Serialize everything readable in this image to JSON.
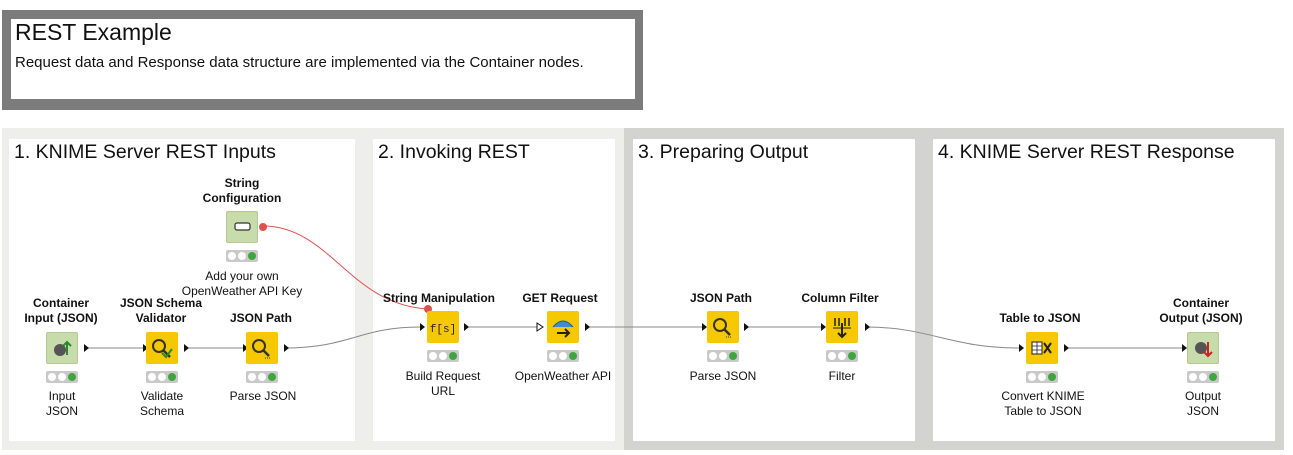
{
  "header": {
    "title": "REST Example",
    "description": "Request data and Response data structure are implemented via the Container nodes."
  },
  "sections": [
    {
      "title": "1. KNIME Server REST Inputs"
    },
    {
      "title": "2. Invoking REST"
    },
    {
      "title": "3. Preparing Output"
    },
    {
      "title": "4. KNIME Server REST Response"
    }
  ],
  "nodes": {
    "string_config": {
      "title_1": "String",
      "title_2": "Configuration",
      "label_1": "Add your own",
      "label_2": "OpenWeather API Key",
      "icon": "string-config-icon"
    },
    "container_input": {
      "title_1": "Container",
      "title_2": "Input (JSON)",
      "label_1": "Input",
      "label_2": "JSON",
      "icon": "container-input-icon"
    },
    "json_schema": {
      "title_1": "JSON Schema",
      "title_2": "Validator",
      "label_1": "Validate",
      "label_2": "Schema",
      "icon": "json-validator-icon"
    },
    "json_path_1": {
      "title_1": "JSON Path",
      "label_1": "Parse JSON",
      "icon": "json-path-icon"
    },
    "string_manip": {
      "title_1": "String Manipulation",
      "label_1": "Build Request",
      "label_2": "URL",
      "icon": "string-manipulation-icon"
    },
    "get_request": {
      "title_1": "GET Request",
      "label_1": "OpenWeather API",
      "icon": "get-request-icon"
    },
    "json_path_2": {
      "title_1": "JSON Path",
      "label_1": "Parse JSON",
      "icon": "json-path-icon"
    },
    "column_filter": {
      "title_1": "Column Filter",
      "label_1": "Filter",
      "icon": "column-filter-icon"
    },
    "table_to_json": {
      "title_1": "Table to JSON",
      "label_1": "Convert KNIME",
      "label_2": "Table to JSON",
      "icon": "table-to-json-icon"
    },
    "container_output": {
      "title_1": "Container",
      "title_2": "Output (JSON)",
      "label_1": "Output",
      "label_2": "JSON",
      "icon": "container-output-icon"
    }
  },
  "colors": {
    "node_yellow": "#f5c800",
    "node_green": "#c8dbab",
    "status_green": "#3fa63f",
    "connection_red": "#e05050",
    "section_light": "#eeeeeb",
    "section_dark": "#d3d4cf",
    "header_border": "#7c7c7c"
  }
}
